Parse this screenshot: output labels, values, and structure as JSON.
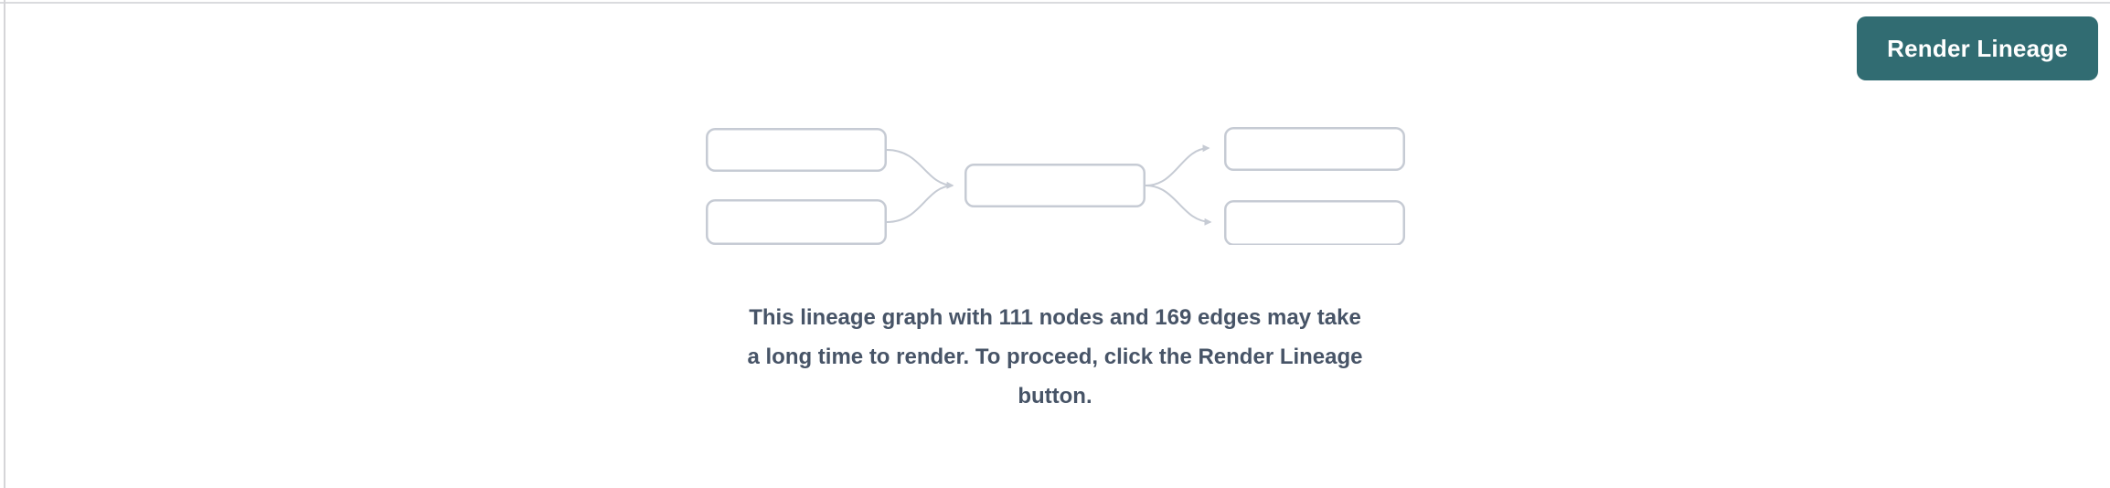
{
  "pane": {
    "name": "lineage-graph-pane",
    "background": "#ffffff",
    "top_border_color": "#dadbde",
    "left_border_color": "#d5d5d8"
  },
  "header": {
    "render_button": {
      "label": "Render Lineage",
      "background": "#316c72",
      "text_color": "#ffffff"
    }
  },
  "empty_state": {
    "message": "This lineage graph with 111 nodes and 169 edges may take a long time to render. To proceed, click the Render Lineage button.",
    "lines": [
      "This lineage graph with 111 nodes and 169 edges may take",
      "a long time to render. To proceed, click the Render Lineage",
      "button."
    ],
    "stats": {
      "nodes": 111,
      "edges": 169
    },
    "text_color": "#475467",
    "illustration": {
      "name": "lineage-graph-placeholder",
      "node_fill": "#ffffff",
      "node_stroke": "#c6cbd4",
      "edge_stroke": "#c6cbd4"
    }
  }
}
